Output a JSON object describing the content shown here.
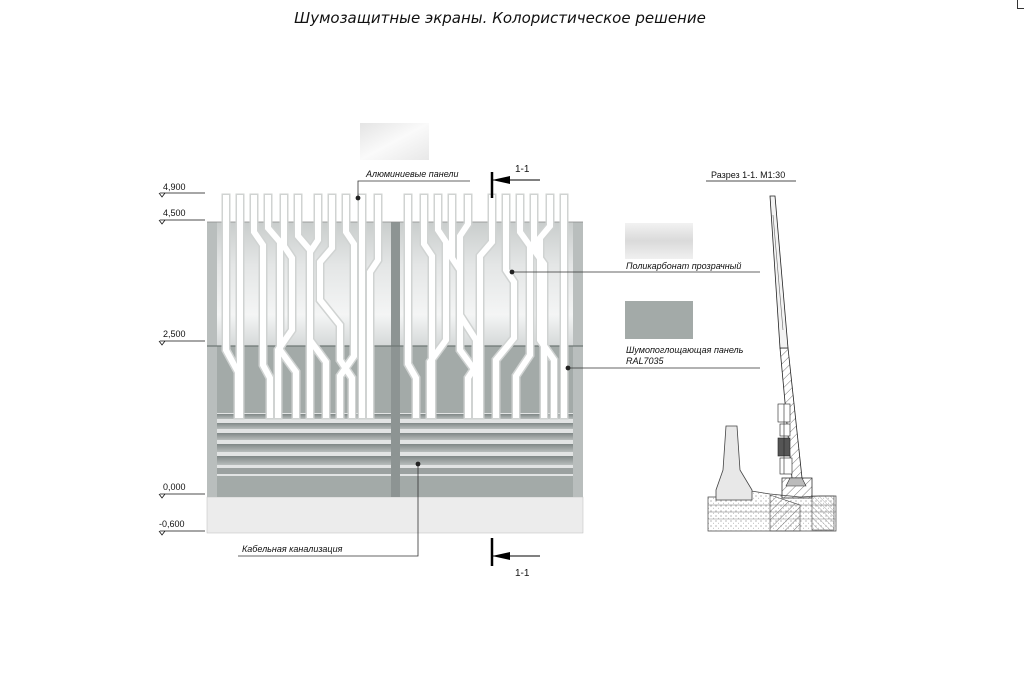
{
  "sheet_title": "Шумозащитные экраны. Колористическое решение",
  "levels": [
    "4,900",
    "4,500",
    "2,500",
    "0,000",
    "-0,600"
  ],
  "section_mark": "1-1",
  "section_title": "Разрез 1-1. М1:30",
  "labels": {
    "aluminum_panels": "Алюминиевые панели",
    "polycarbonate": "Поликарбонат прозрачный",
    "noise_panel_line1": "Шумопоглощающая панель",
    "noise_panel_line2": "RAL7035",
    "cable_duct": "Кабельная канализация"
  },
  "colors": {
    "noise_panel": "#a3aaa8",
    "polycarbonate": "#e6e6e6",
    "aluminum": "#ffffff",
    "foundation": "#ececec",
    "stripe_dark": "#8f9695",
    "stripe_light": "#e2e4e4"
  }
}
